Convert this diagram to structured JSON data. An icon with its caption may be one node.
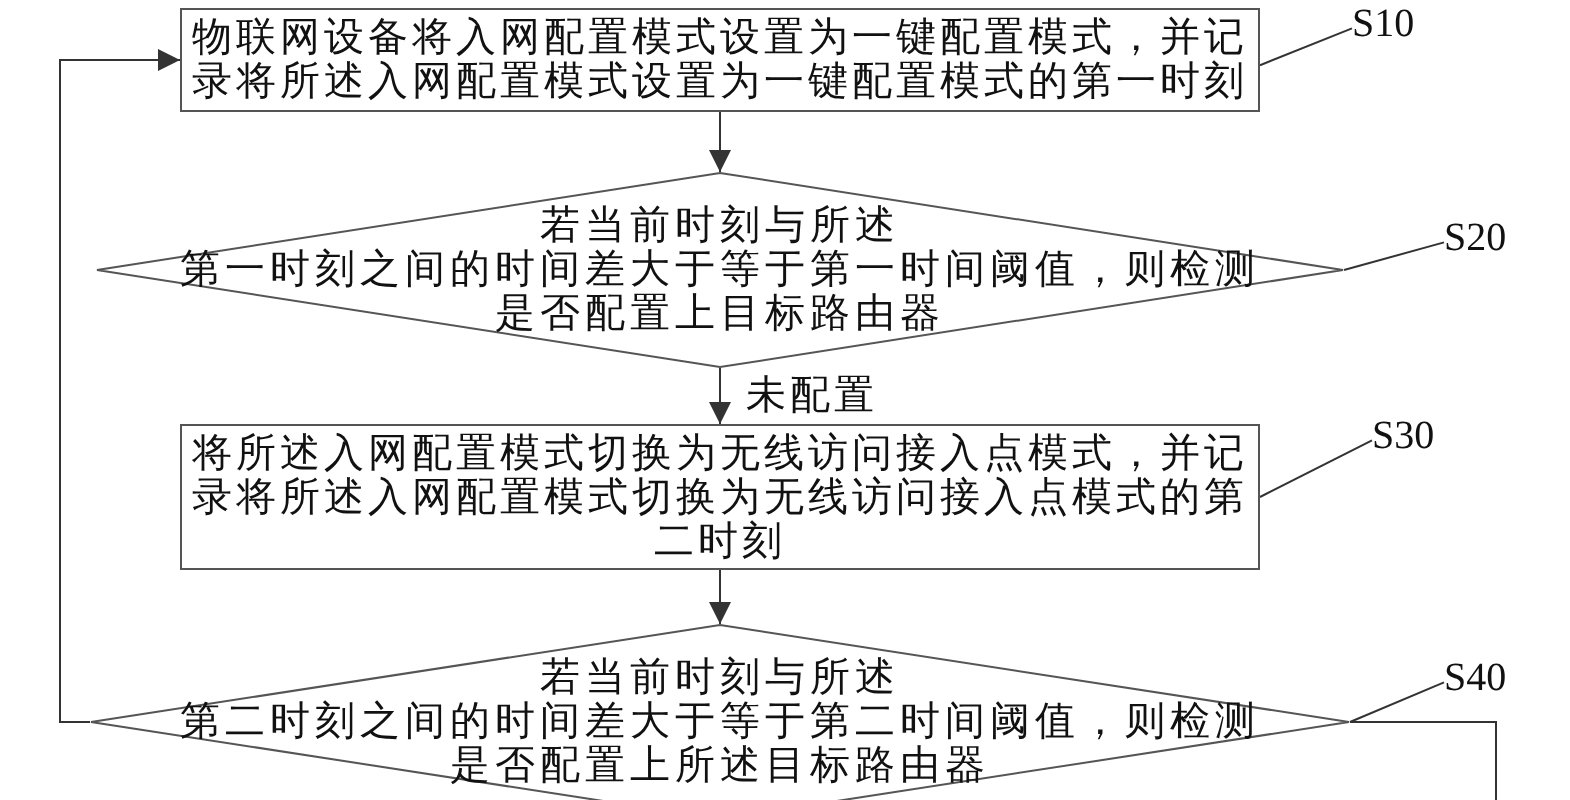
{
  "diagram": {
    "nodes": [
      {
        "text": [
          "物联网设备将入网配置模式设置为一键配置模式，并记录将所述入网配置模式设置为一键配置模式的第一时刻"
        ]
      },
      {
        "text": [
          "若当前时刻与所述第一时刻之间的时间差大于等于第一时间阈值，则检测是否配置上目标路由器"
        ]
      },
      {
        "text": [
          "将所述入网配置模式切换为无线访问接入点模式，并记录将所述入网配置模式切换为无线访问接入点模式的第二时刻"
        ]
      },
      {
        "text": [
          "若当前时刻与所述第二时刻之间的时间差大于等于第二时间阈值，则检测是否配置上所述目标路由器"
        ]
      },
      {
        "text": [
          "S10"
        ]
      },
      {
        "text": [
          "S20"
        ]
      },
      {
        "text": [
          "S30"
        ]
      },
      {
        "text": [
          "S40"
        ]
      }
    ],
    "edges": [
      {
        "from": 0,
        "to": 1,
        "arrow": "to"
      },
      {
        "from": 1,
        "to": 2,
        "arrow": "to",
        "label": "未配置"
      },
      {
        "from": 2,
        "to": 3,
        "arrow": "to"
      },
      {
        "from": 3,
        "to": 0,
        "arrow": "to"
      },
      {
        "from": 3,
        "to": null,
        "arrow": "none"
      },
      {
        "from": 4,
        "to": 0,
        "arrow": "none"
      },
      {
        "from": 5,
        "to": 1,
        "arrow": "none"
      },
      {
        "from": 6,
        "to": 2,
        "arrow": "none"
      },
      {
        "from": 7,
        "to": 3,
        "arrow": "none"
      }
    ]
  }
}
